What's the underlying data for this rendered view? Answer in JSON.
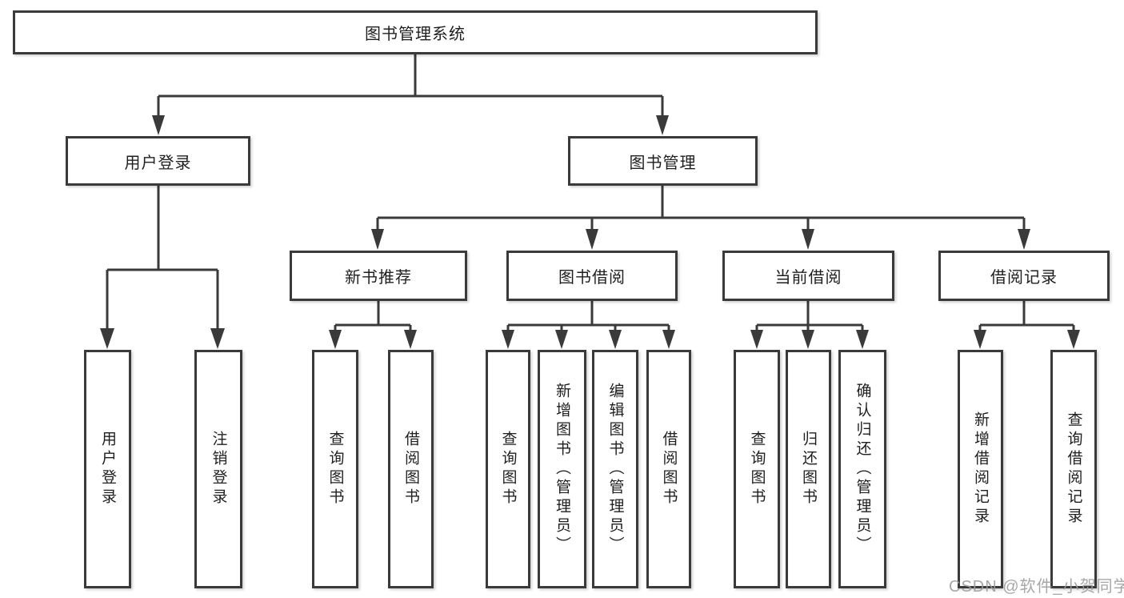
{
  "diagram": {
    "type": "tree",
    "root": {
      "label": "图书管理系统"
    },
    "branches": [
      {
        "label": "用户登录",
        "children": [
          {
            "label": "用户登录"
          },
          {
            "label": "注销登录"
          }
        ]
      },
      {
        "label": "图书管理",
        "children": [
          {
            "label": "新书推荐",
            "children": [
              {
                "label": "查询图书"
              },
              {
                "label": "借阅图书"
              }
            ]
          },
          {
            "label": "图书借阅",
            "children": [
              {
                "label": "查询图书"
              },
              {
                "label": "新增图书（管理员）"
              },
              {
                "label": "编辑图书（管理员）"
              },
              {
                "label": "借阅图书"
              }
            ]
          },
          {
            "label": "当前借阅",
            "children": [
              {
                "label": "查询图书"
              },
              {
                "label": "归还图书"
              },
              {
                "label": "确认归还（管理员）"
              }
            ]
          },
          {
            "label": "借阅记录",
            "children": [
              {
                "label": "新增借阅记录"
              },
              {
                "label": "查询借阅记录"
              }
            ]
          }
        ]
      }
    ]
  },
  "watermark": "CSDN @软件_小贺同学",
  "colors": {
    "line": "#3a3a3a",
    "box_border": "#3a3a3a",
    "text": "#1f1f1f",
    "background": "#ffffff",
    "watermark": "#9b9b9b"
  }
}
